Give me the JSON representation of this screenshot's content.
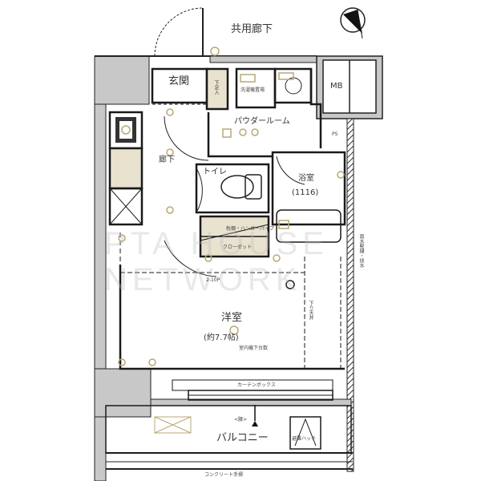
{
  "plan": {
    "corridor_label": "共用廊下",
    "compass_icon": "north-arrow-icon",
    "rooms": {
      "entrance": "玄関",
      "shoebox": "下足入",
      "washer": "洗濯機置場",
      "powder_room": "パウダールーム",
      "hallway": "廊下",
      "toilet": "トイレ",
      "bathroom": "浴室",
      "bathroom_size": "(1116)",
      "closet": "クローゼット",
      "closet_shelf": "枕棚・ハンガーパイプ",
      "western_room": "洋室",
      "western_room_size": "(約7.7帖)",
      "aircon": "室内機下台数",
      "ceiling_change": "下り天井",
      "curtain_box": "カーテンボックス",
      "balcony": "バルコニー",
      "balcony_rail": "コンクリート手摺",
      "evac_hatch": "避難ハッチ",
      "sash_label": "<腰>",
      "mb": "MB",
      "ps": "PS",
      "pipe_space_side": "雨水竪樋・排水",
      "door_closer": "2-10P"
    },
    "watermark": "PTA HOUSE NETWORK",
    "colors": {
      "wall_fill": "#c8c8c8",
      "line": "#1a1a1a",
      "fixture_beige": "#e8e2cf",
      "outlet_gold": "#b8a878"
    }
  }
}
